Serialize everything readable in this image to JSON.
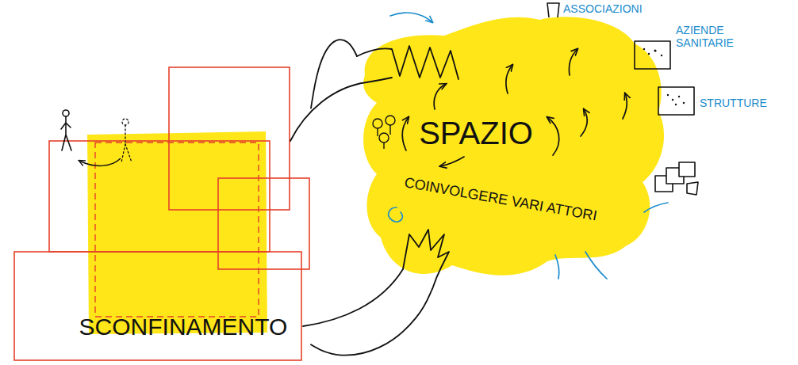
{
  "diagram": {
    "nodes": [
      {
        "text": [
          "SCONFINAMENTO"
        ]
      },
      {
        "text": [
          "SPAZIO",
          "COINVOLGERE VARI ATTORI"
        ]
      }
    ],
    "edges": [
      {
        "from": 0,
        "to": 1,
        "arrow": "none"
      },
      {
        "from": 0,
        "to": 1,
        "arrow": "none"
      }
    ],
    "labels": [
      "ASSOCIAZIONI",
      "AZIENDE SANITARIE",
      "STRUTTURE"
    ]
  }
}
